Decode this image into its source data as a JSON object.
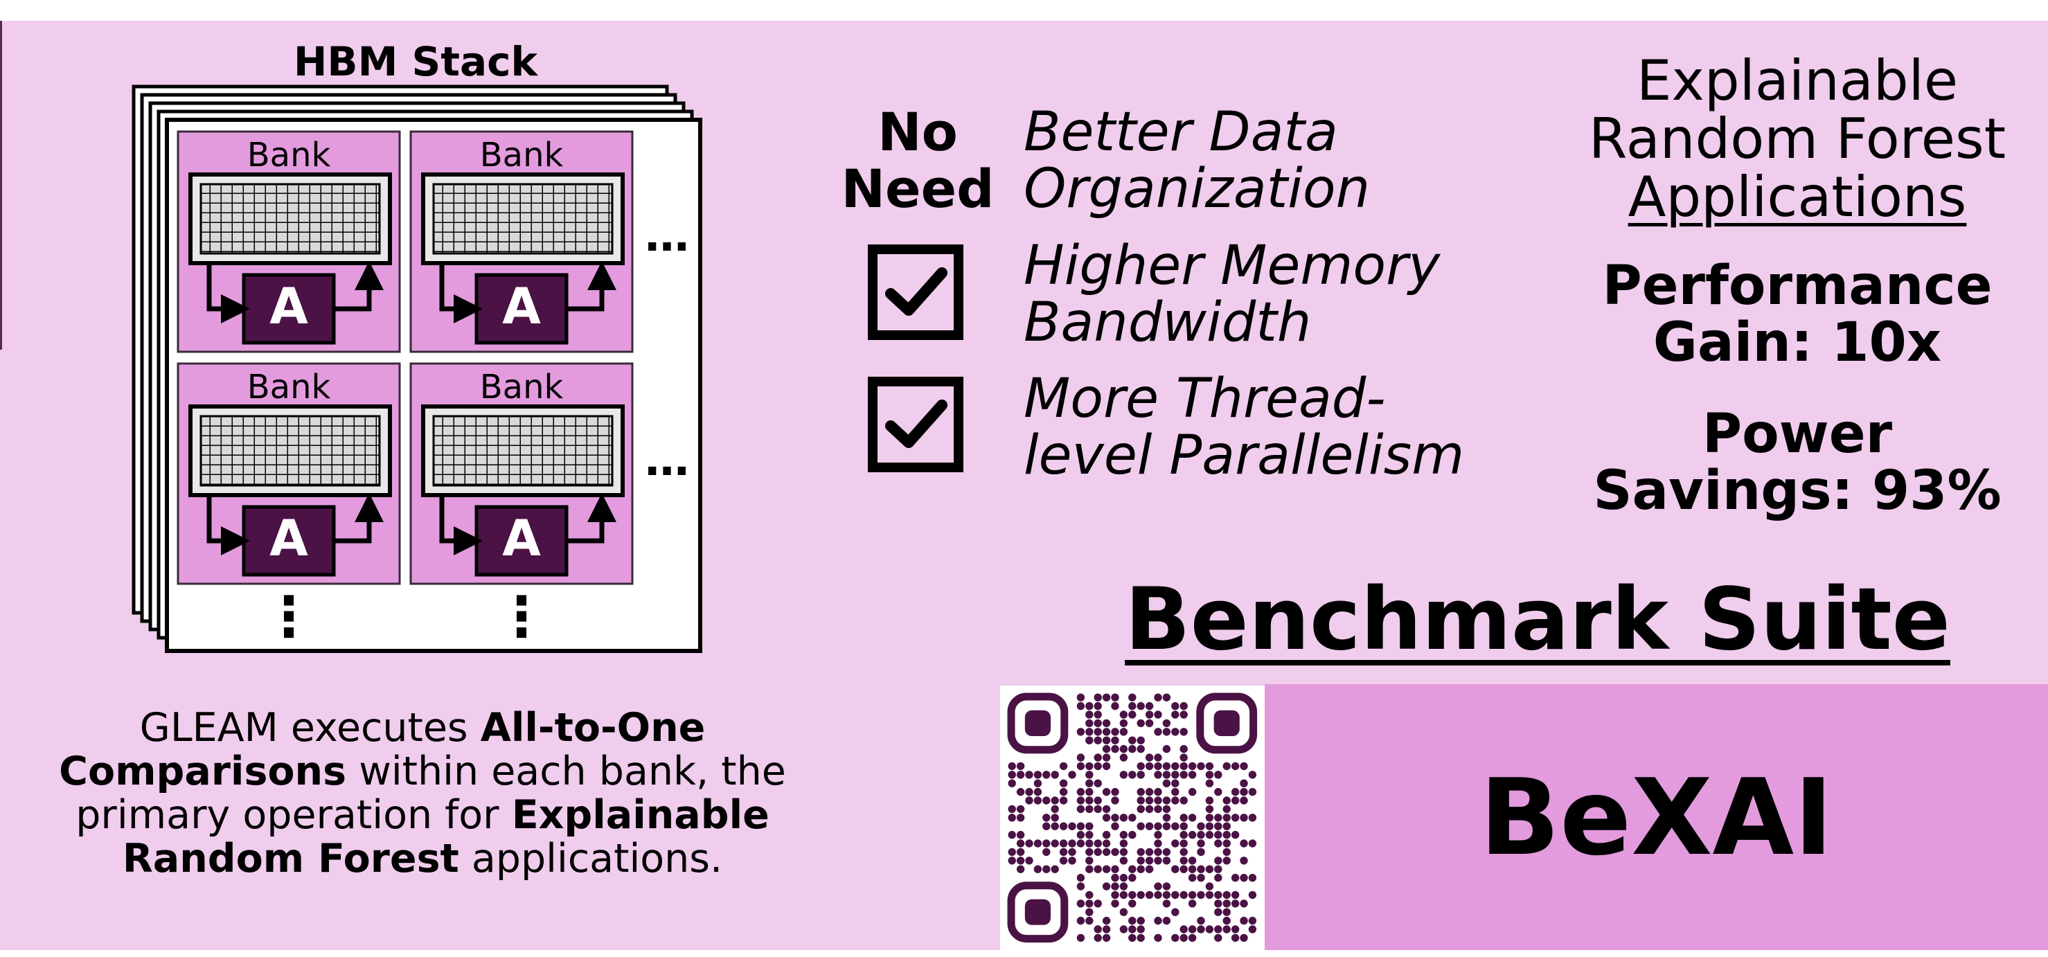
{
  "hbm": {
    "title": "HBM Stack",
    "bank_label": "Bank",
    "accelerator_label": "A",
    "ellipsis_h": "…",
    "ellipsis_v": "⋮"
  },
  "description": {
    "part1": "GLEAM executes ",
    "bold1": "All-to-One Comparisons",
    "part2": " within each bank, the primary operation for ",
    "bold2": "Explainable Random Forest",
    "part3": " applications."
  },
  "comparison": {
    "no_need_label": "No Need",
    "items": [
      {
        "line1": "Better Data",
        "line2": "Organization",
        "marker": "none"
      },
      {
        "line1": "Higher Memory",
        "line2": "Bandwidth",
        "marker": "check-icon"
      },
      {
        "line1": "More Thread-",
        "line2": "level Parallelism",
        "marker": "check-icon"
      }
    ]
  },
  "results": {
    "apps_line1": "Explainable",
    "apps_line2": "Random Forest",
    "apps_line3": "Applications",
    "perf_line1": "Performance",
    "perf_line2": "Gain: 10x",
    "power_line1": "Power",
    "power_line2": "Savings: 93%"
  },
  "benchmark": {
    "title": "Benchmark Suite",
    "name": "BeXAI"
  },
  "colors": {
    "panel": "#f0cdec",
    "bank": "#e39bde",
    "accelerator": "#4a1245",
    "qr": "#4a1245",
    "name_box": "#e39bde"
  }
}
